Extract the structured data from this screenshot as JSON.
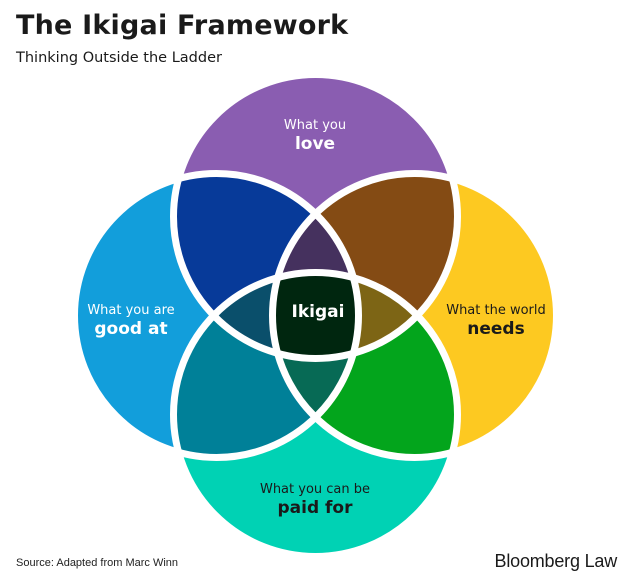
{
  "header": {
    "title": "The Ikigai Framework",
    "subtitle": "Thinking Outside the Ladder"
  },
  "diagram": {
    "circles": [
      {
        "id": "top",
        "line1": "What you",
        "line2": "love",
        "color": "#8A5DB1"
      },
      {
        "id": "left",
        "line1": "What you are",
        "line2": "good at",
        "color": "#129EDB"
      },
      {
        "id": "right",
        "line1": "What the world",
        "line2": "needs",
        "color": "#FDC921"
      },
      {
        "id": "bottom",
        "line1": "What you can be",
        "line2": "paid for",
        "color": "#00D2B4"
      }
    ],
    "overlaps": {
      "top_left": "#073A99",
      "top_right": "#844B14",
      "left_bottom": "#008098",
      "right_bottom": "#03A51C",
      "top_left_right": "#45315E",
      "top_left_bottom": "#0A4F6B",
      "top_right_bottom": "#7D6515",
      "left_bottom_right": "#076A55",
      "all": "#00260F"
    },
    "center_label": "Ikigai"
  },
  "footer": {
    "source": "Source: Adapted from Marc Winn",
    "brand": "Bloomberg Law"
  }
}
